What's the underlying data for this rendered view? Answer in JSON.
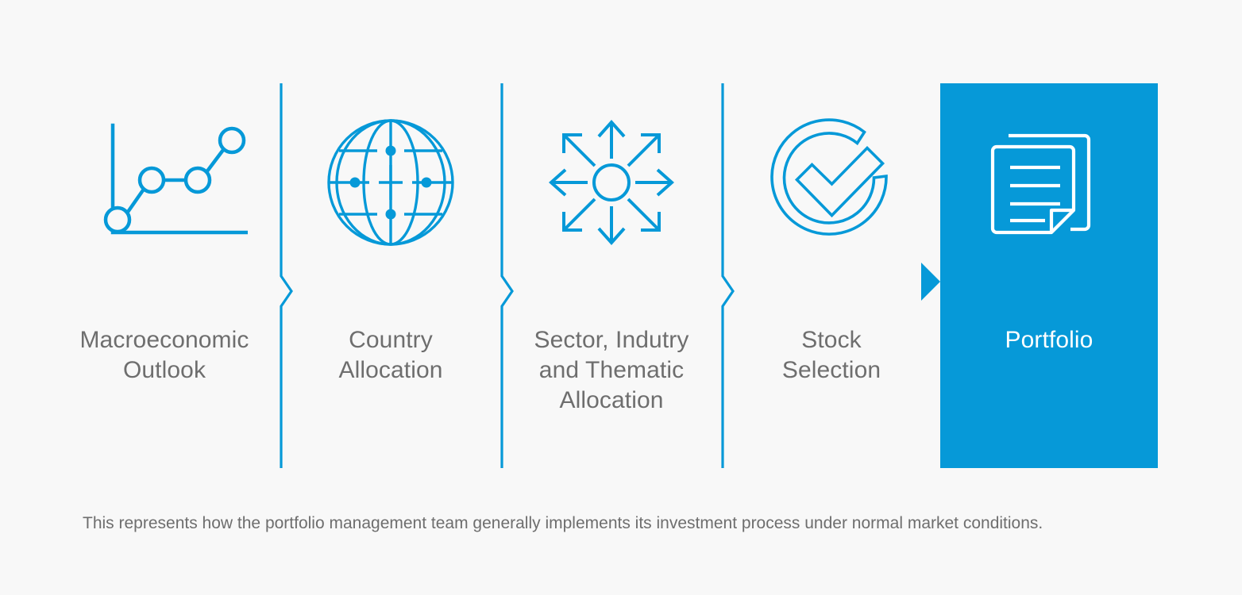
{
  "page": {
    "background_color": "#f8f8f8",
    "accent_color": "#0699d8",
    "label_color": "#6e6e6e",
    "highlight_text_color": "#ffffff"
  },
  "steps": [
    {
      "label": "Macroeconomic\nOutlook",
      "icon": "line-chart-icon",
      "highlighted": false
    },
    {
      "label": "Country\nAllocation",
      "icon": "globe-icon",
      "highlighted": false
    },
    {
      "label": "Sector, Indutry\nand Thematic\nAllocation",
      "icon": "expand-arrows-icon",
      "highlighted": false
    },
    {
      "label": "Stock\nSelection",
      "icon": "check-circle-icon",
      "highlighted": false
    },
    {
      "label": "Portfolio",
      "icon": "documents-icon",
      "highlighted": true
    }
  ],
  "dividers": [
    {
      "name": "divider-1"
    },
    {
      "name": "divider-2"
    },
    {
      "name": "divider-3"
    }
  ],
  "footnote": {
    "text": "This represents how the portfolio management team generally implements its investment process under normal market conditions."
  }
}
